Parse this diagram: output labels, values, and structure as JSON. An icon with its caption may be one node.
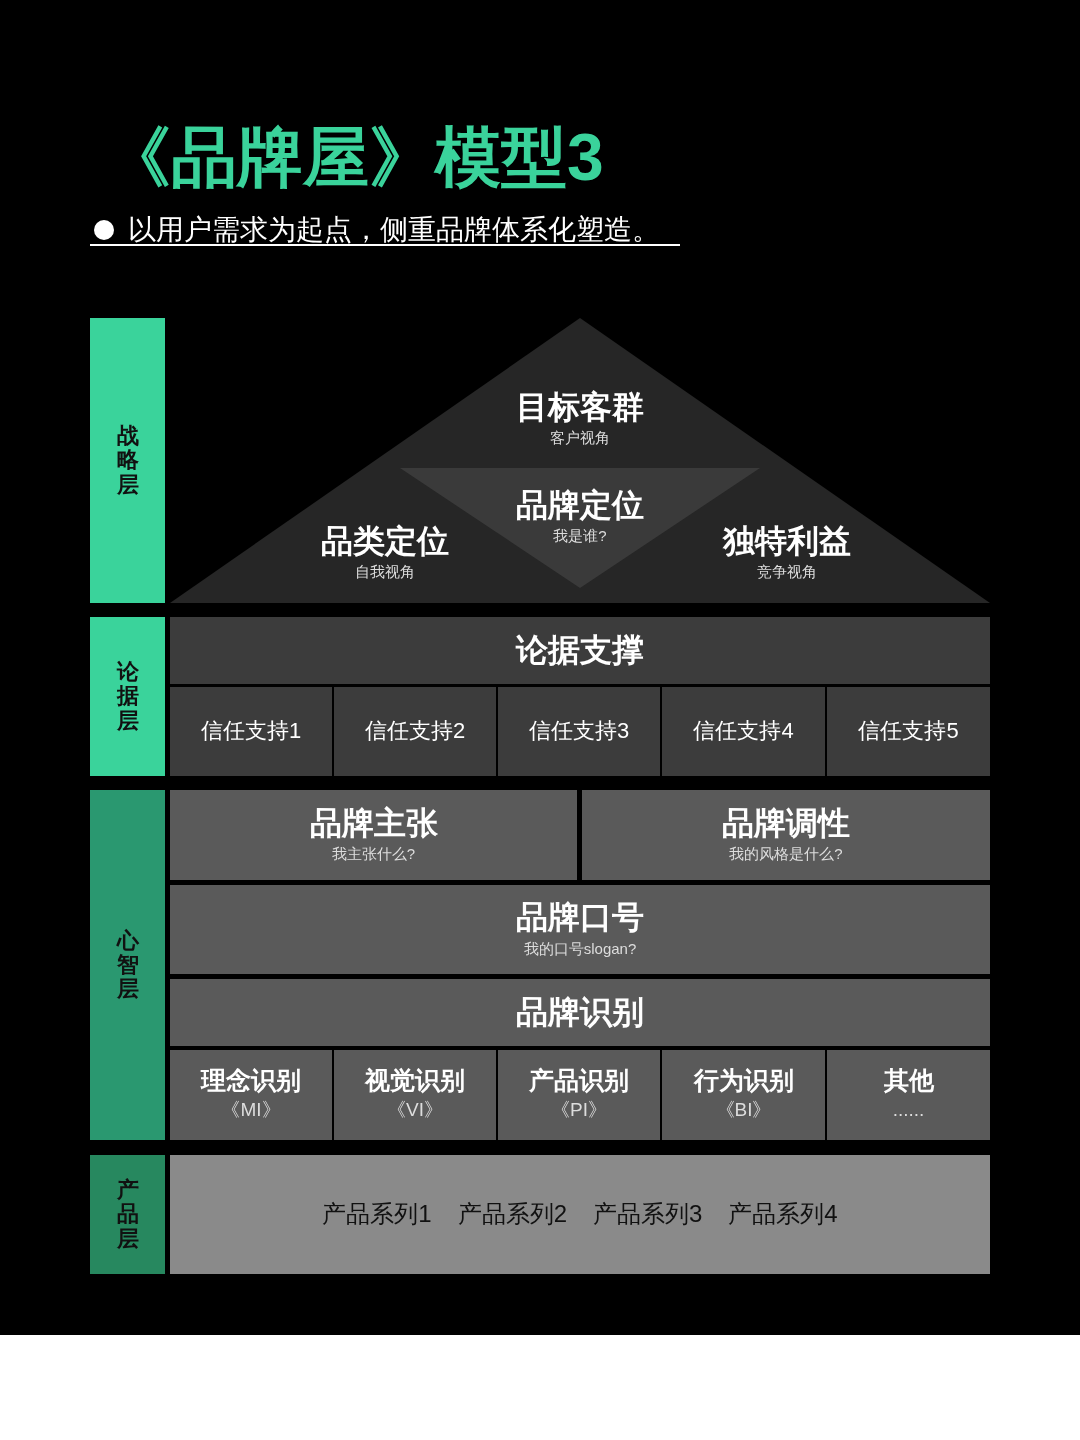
{
  "diagram": {
    "title": "《品牌屋》模型3",
    "nodes": [
      {
        "text": [
          "战略层"
        ]
      },
      {
        "text": [
          "目标客群",
          "客户视角"
        ]
      },
      {
        "text": [
          "品牌定位",
          "我是谁?"
        ],
        "in": 1
      },
      {
        "text": [
          "品类定位",
          "自我视角"
        ],
        "in": 1
      },
      {
        "text": [
          "独特利益",
          "竞争视角"
        ],
        "in": 1
      },
      {
        "text": [
          "论据层"
        ]
      },
      {
        "text": [
          "论据支撑"
        ]
      },
      {
        "text": [
          "信任支持1"
        ]
      },
      {
        "text": [
          "信任支持2"
        ]
      },
      {
        "text": [
          "信任支持3"
        ]
      },
      {
        "text": [
          "信任支持4"
        ]
      },
      {
        "text": [
          "信任支持5"
        ]
      },
      {
        "text": [
          "心智层"
        ]
      },
      {
        "text": [
          "品牌主张",
          "我主张什么?"
        ]
      },
      {
        "text": [
          "品牌调性",
          "我的风格是什么?"
        ]
      },
      {
        "text": [
          "品牌口号",
          "我的口号slogan?"
        ]
      },
      {
        "text": [
          "品牌识别"
        ]
      },
      {
        "text": [
          "理念识别",
          "《MI》"
        ]
      },
      {
        "text": [
          "视觉识别",
          "《VI》"
        ]
      },
      {
        "text": [
          "产品识别",
          "《PI》"
        ]
      },
      {
        "text": [
          "行为识别",
          "《BI》"
        ]
      },
      {
        "text": [
          "其他",
          "......"
        ]
      },
      {
        "text": [
          "产品层"
        ]
      },
      {
        "text": [
          "产品系列1",
          "产品系列2",
          "产品系列3",
          "产品系列4"
        ]
      }
    ],
    "edges": [],
    "labels": [
      "以用户需求为起点，侧重品牌体系化塑造。"
    ]
  }
}
